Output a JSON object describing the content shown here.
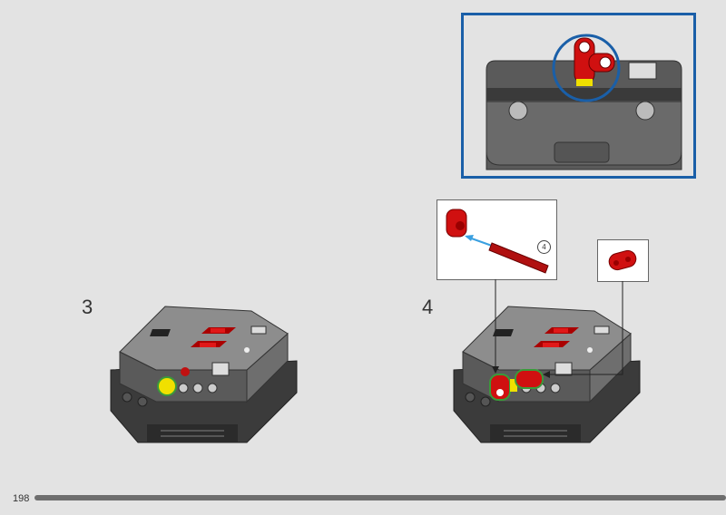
{
  "page": {
    "number": "198"
  },
  "steps": [
    {
      "number": "3"
    },
    {
      "number": "4"
    }
  ],
  "callouts": [
    {
      "name": "axle-into-beam",
      "quantity": "4"
    },
    {
      "name": "beam-part"
    }
  ],
  "progress": {
    "fraction": 1.0
  },
  "colors": {
    "detail_frame": "#1a5fa8",
    "part_red": "#d01010",
    "arrow_blue": "#3aa0e0",
    "highlight_yellow": "#f0e000",
    "highlight_green": "#3a9a3a"
  }
}
